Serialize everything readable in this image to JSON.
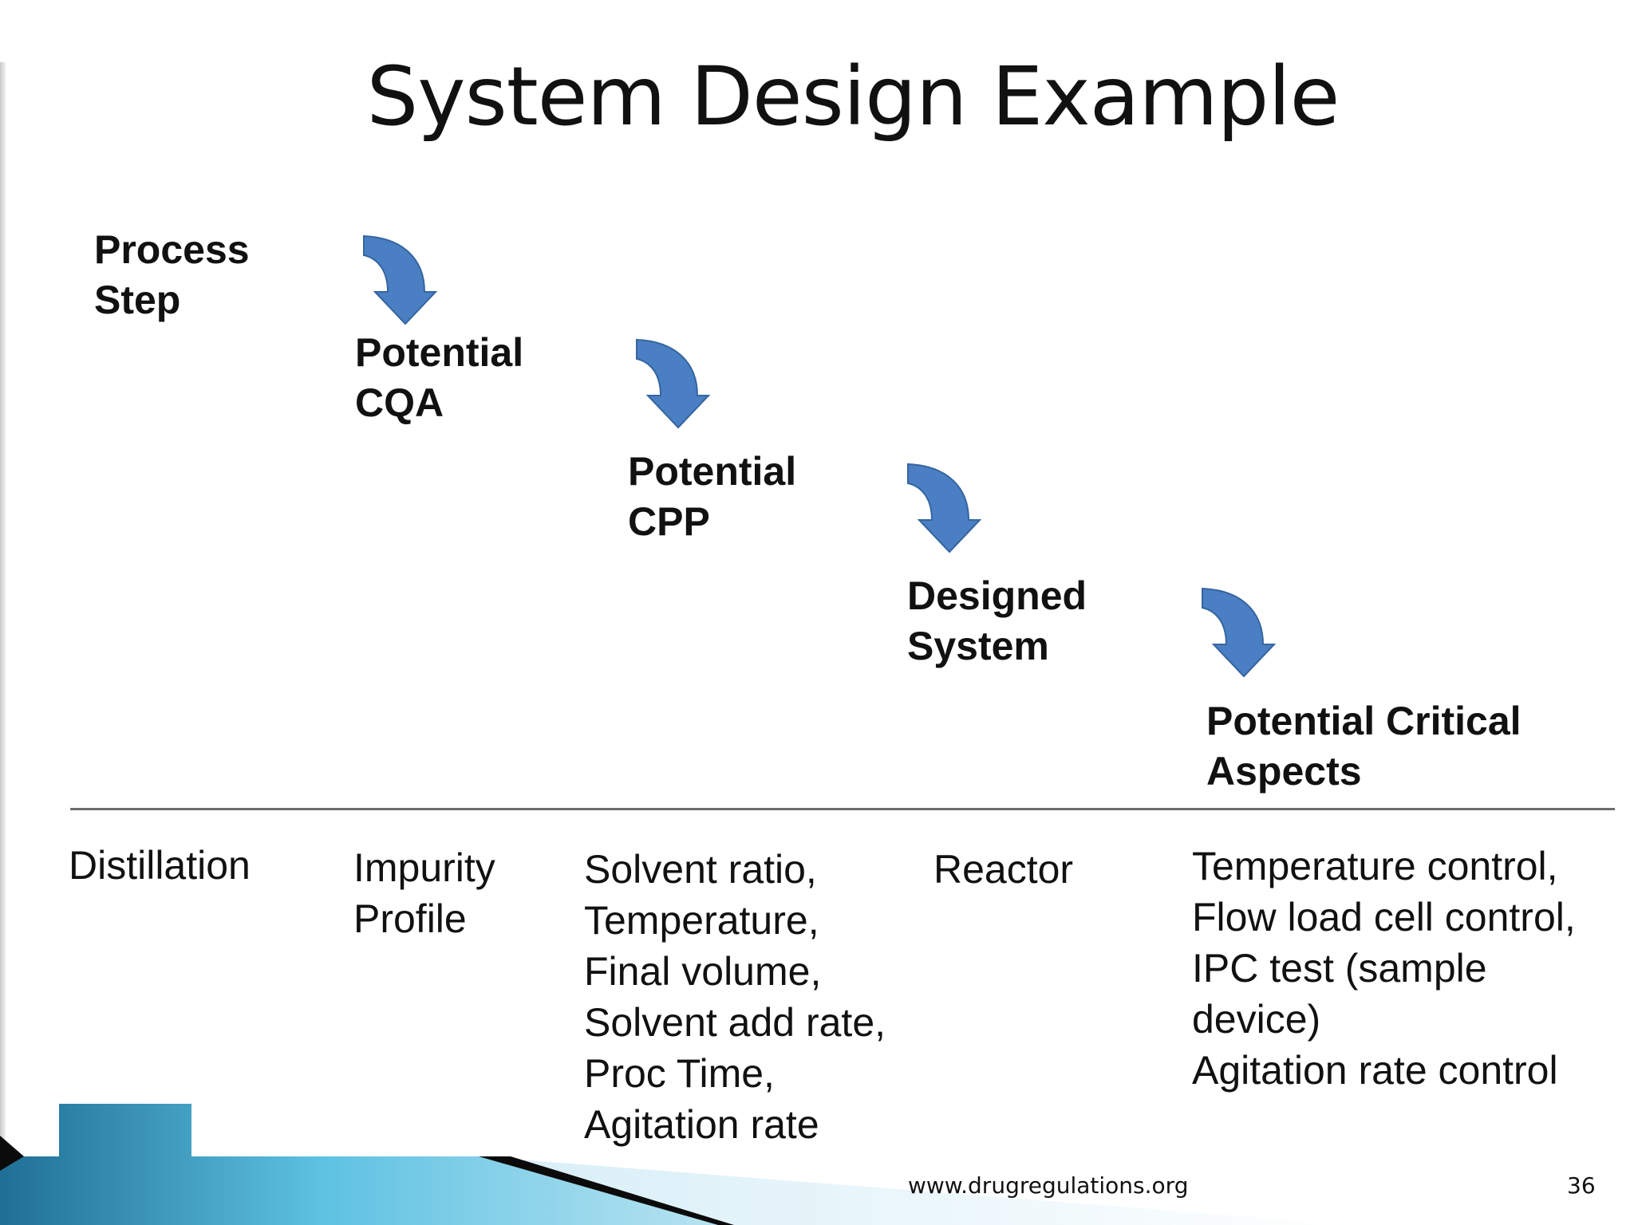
{
  "slide": {
    "title": "System Design Example",
    "footer_url": "www.drugregulations.org",
    "page_number": "36"
  },
  "flow": {
    "steps": [
      {
        "line1": "Process",
        "line2": "Step"
      },
      {
        "line1": "Potential",
        "line2": "CQA"
      },
      {
        "line1": "Potential",
        "line2": "CPP"
      },
      {
        "line1": "Designed",
        "line2": "System"
      },
      {
        "line1": "Potential Critical",
        "line2": "Aspects"
      }
    ]
  },
  "table": {
    "process_step": [
      "Distillation"
    ],
    "potential_cqa": [
      "Impurity",
      "Profile"
    ],
    "potential_cpp": [
      "Solvent ratio,",
      "Temperature,",
      "Final volume,",
      "Solvent add rate,",
      "Proc Time,",
      "Agitation rate"
    ],
    "designed_system": [
      "Reactor"
    ],
    "critical_aspects": [
      "Temperature control,",
      "Flow load cell control,",
      "IPC test (sample",
      "device)",
      "Agitation rate control"
    ]
  },
  "colors": {
    "arrow_fill": "#4a7fc4",
    "arrow_stroke": "#36659f",
    "accent_teal": "#2f9cc0",
    "accent_dark": "#0b0b0b"
  },
  "icons": {
    "flow_arrow": "curved-down-arrow-icon"
  }
}
